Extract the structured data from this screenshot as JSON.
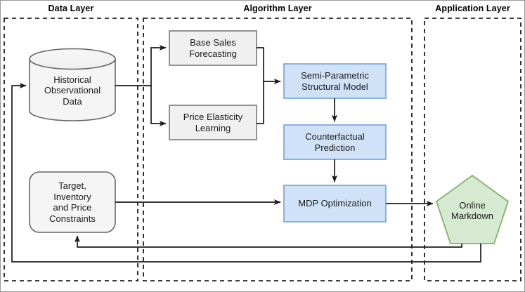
{
  "diagram": {
    "title_layers": [
      {
        "id": "data-layer",
        "label": "Data Layer"
      },
      {
        "id": "algorithm-layer",
        "label": "Algorithm Layer"
      },
      {
        "id": "application-layer",
        "label": "Application Layer"
      }
    ],
    "nodes": [
      {
        "id": "historical-observational-data",
        "label": "Historical\nObservational\nData",
        "shape": "cylinder",
        "fill": "#f5f5f5",
        "stroke": "#666666"
      },
      {
        "id": "target-inventory-and-price-constraints",
        "label": "Target,\nInventory\nand Price\nConstraints",
        "shape": "rounded-rect",
        "fill": "#f5f5f5",
        "stroke": "#666666"
      },
      {
        "id": "base-sales-forecasting",
        "label": "Base Sales\nForecasting",
        "shape": "rect",
        "fill": "#f0f0f0",
        "stroke": "#808080"
      },
      {
        "id": "price-elasticity-learning",
        "label": "Price Elasticity\nLearning",
        "shape": "rect",
        "fill": "#f0f0f0",
        "stroke": "#808080"
      },
      {
        "id": "semi-parametric-structural-model",
        "label": "Semi-Parametric\nStructural Model",
        "shape": "rect",
        "fill": "#d0e2f7",
        "stroke": "#7ba7d7"
      },
      {
        "id": "counterfactual-prediction",
        "label": "Counterfactual\nPrediction",
        "shape": "rect",
        "fill": "#d0e2f7",
        "stroke": "#7ba7d7"
      },
      {
        "id": "mdp-optimization",
        "label": "MDP Optimization",
        "shape": "rect",
        "fill": "#d0e2f7",
        "stroke": "#7ba7d7"
      },
      {
        "id": "online-markdown",
        "label": "Online\nMarkdown",
        "shape": "pentagon",
        "fill": "#d5ead0",
        "stroke": "#82b366"
      }
    ],
    "edges": [
      {
        "id": "data-to-base-sales-forecasting",
        "from": "historical-observational-data",
        "to": "base-sales-forecasting"
      },
      {
        "id": "data-to-price-elasticity-learning",
        "from": "historical-observational-data",
        "to": "price-elasticity-learning"
      },
      {
        "id": "base-sales-to-semi-parametric",
        "from": "base-sales-forecasting",
        "to": "semi-parametric-structural-model"
      },
      {
        "id": "price-elasticity-to-semi-parametric",
        "from": "price-elasticity-learning",
        "to": "semi-parametric-structural-model"
      },
      {
        "id": "semi-parametric-to-counterfactual",
        "from": "semi-parametric-structural-model",
        "to": "counterfactual-prediction"
      },
      {
        "id": "counterfactual-to-mdp",
        "from": "counterfactual-prediction",
        "to": "mdp-optimization"
      },
      {
        "id": "constraints-to-mdp",
        "from": "target-inventory-and-price-constraints",
        "to": "mdp-optimization"
      },
      {
        "id": "mdp-to-online-markdown",
        "from": "mdp-optimization",
        "to": "online-markdown"
      },
      {
        "id": "markdown-feedback-to-constraints",
        "from": "online-markdown",
        "to": "target-inventory-and-price-constraints"
      },
      {
        "id": "markdown-feedback-to-data",
        "from": "online-markdown",
        "to": "historical-observational-data"
      }
    ],
    "colors": {
      "line": "#1a1a1a",
      "dashed_container": "#000000",
      "gray_fill": "#f0f0f0",
      "blue_fill": "#d0e2f7",
      "blue_stroke": "#7ba7d7",
      "green_fill": "#d5ead0",
      "green_stroke": "#82b366",
      "node_stroke": "#666666"
    }
  }
}
